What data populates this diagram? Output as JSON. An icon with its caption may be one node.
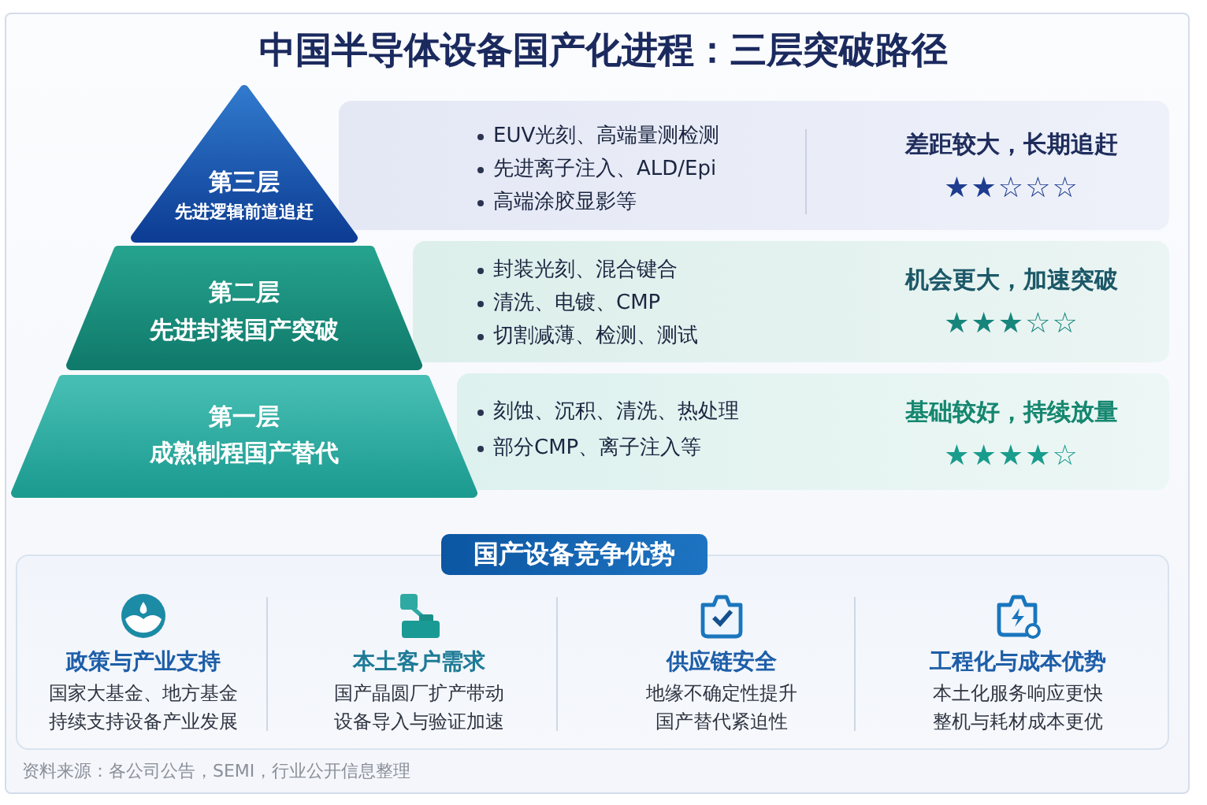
{
  "diagram": {
    "title": "中国半导体设备国产化进程：三层突破路径",
    "nodes": [
      {
        "text": [
          "第三层",
          "先进逻辑前道追赶"
        ]
      },
      {
        "text": [
          "EUV光刻、高端量测检测",
          "先进离子注入、ALD/Epi",
          "高端涂胶显影等",
          "差距较大，长期追赶",
          "★★☆☆☆"
        ]
      },
      {
        "text": [
          "第二层",
          "先进封装国产突破"
        ]
      },
      {
        "text": [
          "封装光刻、混合键合",
          "清洗、电镀、CMP",
          "切割减薄、检测、测试",
          "机会更大，加速突破",
          "★★★☆☆"
        ]
      },
      {
        "text": [
          "第一层",
          "成熟制程国产替代"
        ]
      },
      {
        "text": [
          "刻蚀、沉积、清洗、热处理",
          "部分CMP、离子注入等",
          "基础较好，持续放量",
          "★★★★☆"
        ]
      },
      {
        "text": [
          "国产设备竞争优势"
        ]
      },
      {
        "text": [
          "政策与产业支持",
          "国家大基金、地方基金持续支持设备产业发展",
          "本土客户需求",
          "国产晶圆厂扩产带动设备导入与验证加速",
          "供应链安全",
          "地缘不确定性提升国产替代紧迫性",
          "工程化与成本优势",
          "本土化服务响应更快整机与耗材成本更优"
        ]
      }
    ],
    "labels": [
      "资料来源：各公司公告，SEMI，行业公开信息整理"
    ]
  }
}
